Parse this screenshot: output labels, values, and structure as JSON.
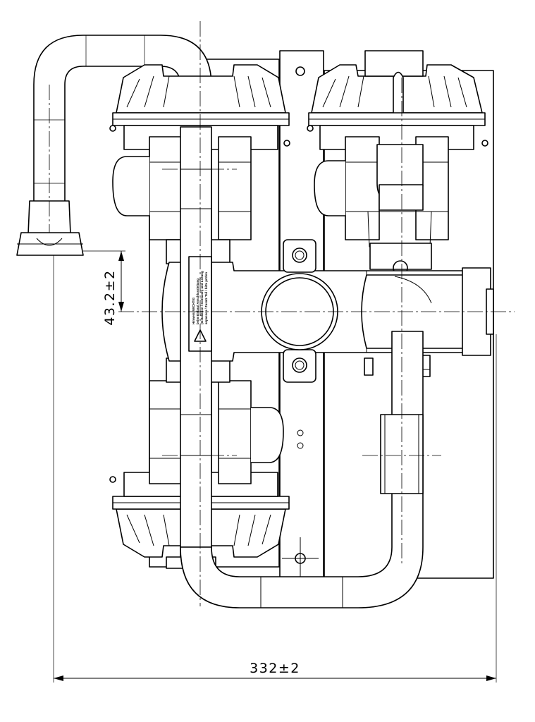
{
  "drawing": {
    "dimensions": {
      "width": "332±2",
      "height": "43.2±2"
    },
    "label_lines": [
      "Hinweis/ WICHTIG",
      "beim Einbau/ Anschlussleitung",
      "(Installation / Schlauch) und Leitung",
      "anpassen / Zusatz Teil / bitte prüfen"
    ]
  }
}
